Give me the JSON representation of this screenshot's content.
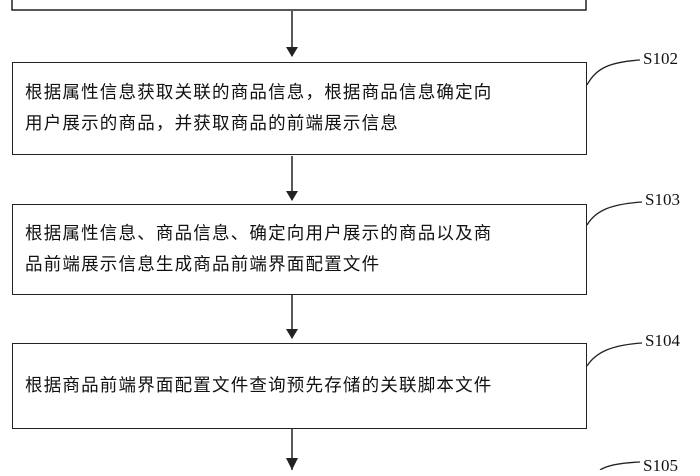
{
  "steps": [
    {
      "label": "S102",
      "lines": [
        "根据属性信息获取关联的商品信息，根据商品信息确定向",
        "用户展示的商品，并获取商品的前端展示信息"
      ]
    },
    {
      "label": "S103",
      "lines": [
        "根据属性信息、商品信息、确定向用户展示的商品以及商",
        "品前端展示信息生成商品前端界面配置文件"
      ]
    },
    {
      "label": "S104",
      "lines": [
        "根据商品前端界面配置文件查询预先存储的关联脚本文件"
      ]
    },
    {
      "label": "S105",
      "lines": []
    }
  ]
}
